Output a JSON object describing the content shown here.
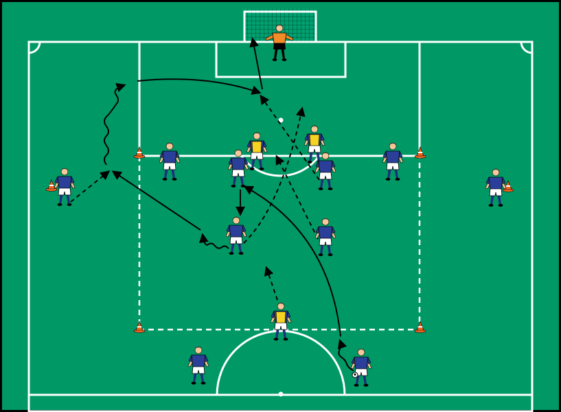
{
  "colors": {
    "pitch": "#009966",
    "border": "#000000",
    "line": "#ffffff",
    "netBg": "#00a070",
    "net": "#004d33",
    "blueShirt": "#2a3f9a",
    "yellowShirt": "#f5d323",
    "keeperShirt": "#f28c28",
    "shorts": "#ffffff",
    "socks": "#1f2f7a",
    "skin": "#f5c79a",
    "hair": "#2a1a10",
    "cone": "#f26522",
    "arrow": "#000000",
    "ball": "#ffffff"
  },
  "players": [
    {
      "id": "keeper",
      "team": "keeper"
    },
    {
      "id": "yellow-left-top",
      "team": "yellow"
    },
    {
      "id": "yellow-right-top",
      "team": "yellow"
    },
    {
      "id": "yellow-bottom",
      "team": "yellow"
    },
    {
      "id": "blue-left-wide",
      "team": "blue"
    },
    {
      "id": "blue-right-wide",
      "team": "blue"
    },
    {
      "id": "blue-top-left",
      "team": "blue"
    },
    {
      "id": "blue-line-left",
      "team": "blue"
    },
    {
      "id": "blue-line-center",
      "team": "blue"
    },
    {
      "id": "blue-line-right",
      "team": "blue"
    },
    {
      "id": "blue-top-right",
      "team": "blue"
    },
    {
      "id": "blue-mid-left",
      "team": "blue"
    },
    {
      "id": "blue-mid-right",
      "team": "blue"
    },
    {
      "id": "blue-bottom-left",
      "team": "blue"
    },
    {
      "id": "blue-bottom-right",
      "team": "blue"
    }
  ],
  "cones": [
    "cone-top-left",
    "cone-top-right",
    "cone-bottom-left",
    "cone-bottom-right",
    "cone-wide-left",
    "cone-wide-right"
  ]
}
